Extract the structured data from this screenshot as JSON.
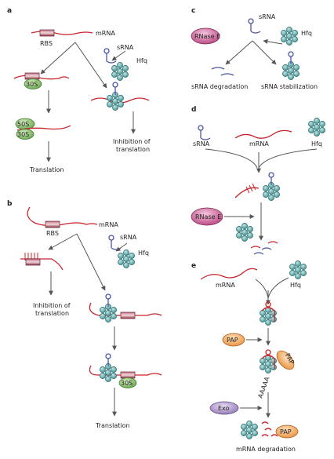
{
  "panels": {
    "a": {
      "letter": "a",
      "mrna": "mRNA",
      "rbs": "RBS",
      "srna": "sRNA",
      "hfq": "Hfq",
      "s30": "30S",
      "s50": "50S",
      "inhibition_1": "Inhibition of",
      "inhibition_2": "translation",
      "translation": "Translation"
    },
    "b": {
      "letter": "b",
      "mrna": "mRNA",
      "rbs": "RBS",
      "srna": "sRNA",
      "hfq": "Hfq",
      "inhibition_1": "Inhibition of",
      "inhibition_2": "translation",
      "s30": "30S",
      "translation": "Translation"
    },
    "c": {
      "letter": "c",
      "srna": "sRNA",
      "hfq": "Hfq",
      "rnase": "RNase E",
      "degradation": "sRNA degradation",
      "stabilization": "sRNA stabilization"
    },
    "d": {
      "letter": "d",
      "srna": "sRNA",
      "mrna": "mRNA",
      "hfq": "Hfq",
      "rnase": "RNase E"
    },
    "e": {
      "letter": "e",
      "mrna": "mRNA",
      "hfq": "Hfq",
      "pap": "PAP",
      "pap_tilted": "PAP",
      "polya": "AAAAA",
      "exo": "Exo",
      "pap_end": "PAP",
      "degradation": "mRNA degradation"
    }
  },
  "colors": {
    "mrna": "#c8242b",
    "srna": "#4a55a4",
    "hfq": "#5aa7a8",
    "ribosome": "#8fc96b",
    "rnase": "#c44a86",
    "pap": "#f0a050",
    "exo": "#a78fc4"
  }
}
